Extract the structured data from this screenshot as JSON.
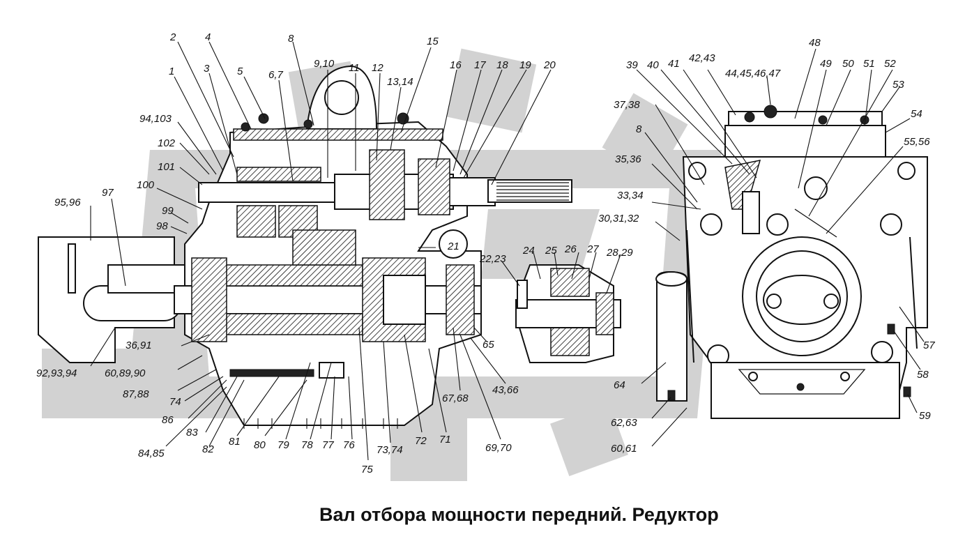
{
  "diagram": {
    "title": "Вал отбора мощности передний. Редуктор",
    "callouts": [
      {
        "id": "c2",
        "text": "2"
      },
      {
        "id": "c4",
        "text": "4"
      },
      {
        "id": "c8a",
        "text": "8"
      },
      {
        "id": "c910",
        "text": "9,10"
      },
      {
        "id": "c15",
        "text": "15"
      },
      {
        "id": "c1",
        "text": "1"
      },
      {
        "id": "c3",
        "text": "3"
      },
      {
        "id": "c5",
        "text": "5"
      },
      {
        "id": "c67",
        "text": "6,7"
      },
      {
        "id": "c11",
        "text": "11"
      },
      {
        "id": "c12",
        "text": "12"
      },
      {
        "id": "c1314",
        "text": "13,14"
      },
      {
        "id": "c16",
        "text": "16"
      },
      {
        "id": "c17",
        "text": "17"
      },
      {
        "id": "c18",
        "text": "18"
      },
      {
        "id": "c19",
        "text": "19"
      },
      {
        "id": "c20",
        "text": "20"
      },
      {
        "id": "c94103",
        "text": "94,103"
      },
      {
        "id": "c102",
        "text": "102"
      },
      {
        "id": "c101",
        "text": "101"
      },
      {
        "id": "c100",
        "text": "100"
      },
      {
        "id": "c9596",
        "text": "95,96"
      },
      {
        "id": "c97",
        "text": "97"
      },
      {
        "id": "c99",
        "text": "99"
      },
      {
        "id": "c98",
        "text": "98"
      },
      {
        "id": "c21",
        "text": "21"
      },
      {
        "id": "c2223",
        "text": "22,23"
      },
      {
        "id": "c24",
        "text": "24"
      },
      {
        "id": "c25",
        "text": "25"
      },
      {
        "id": "c26",
        "text": "26"
      },
      {
        "id": "c27",
        "text": "27"
      },
      {
        "id": "c2829",
        "text": "28,29"
      },
      {
        "id": "c65",
        "text": "65"
      },
      {
        "id": "c3691",
        "text": "36,91"
      },
      {
        "id": "c929394",
        "text": "92,93,94"
      },
      {
        "id": "c608990",
        "text": "60,89,90"
      },
      {
        "id": "c8788",
        "text": "87,88"
      },
      {
        "id": "c74",
        "text": "74"
      },
      {
        "id": "c86",
        "text": "86"
      },
      {
        "id": "c8485",
        "text": "84,85"
      },
      {
        "id": "c83",
        "text": "83"
      },
      {
        "id": "c82",
        "text": "82"
      },
      {
        "id": "c81",
        "text": "81"
      },
      {
        "id": "c80",
        "text": "80"
      },
      {
        "id": "c79",
        "text": "79"
      },
      {
        "id": "c78",
        "text": "78"
      },
      {
        "id": "c77",
        "text": "77"
      },
      {
        "id": "c76",
        "text": "76"
      },
      {
        "id": "c75",
        "text": "75"
      },
      {
        "id": "c7374",
        "text": "73,74"
      },
      {
        "id": "c72",
        "text": "72"
      },
      {
        "id": "c71",
        "text": "71"
      },
      {
        "id": "c6970",
        "text": "69,70"
      },
      {
        "id": "c6768",
        "text": "67,68"
      },
      {
        "id": "c4366",
        "text": "43,66"
      },
      {
        "id": "c39",
        "text": "39"
      },
      {
        "id": "c40",
        "text": "40"
      },
      {
        "id": "c41",
        "text": "41"
      },
      {
        "id": "c4243",
        "text": "42,43"
      },
      {
        "id": "c48",
        "text": "48"
      },
      {
        "id": "c44454647",
        "text": "44,45,46,47"
      },
      {
        "id": "c49",
        "text": "49"
      },
      {
        "id": "c50",
        "text": "50"
      },
      {
        "id": "c51",
        "text": "51"
      },
      {
        "id": "c52",
        "text": "52"
      },
      {
        "id": "c53",
        "text": "53"
      },
      {
        "id": "c3738",
        "text": "37,38"
      },
      {
        "id": "c54",
        "text": "54"
      },
      {
        "id": "c8b",
        "text": "8"
      },
      {
        "id": "c5556",
        "text": "55,56"
      },
      {
        "id": "c3536",
        "text": "35,36"
      },
      {
        "id": "c3334",
        "text": "33,34"
      },
      {
        "id": "c303132",
        "text": "30,31,32"
      },
      {
        "id": "c57",
        "text": "57"
      },
      {
        "id": "c64",
        "text": "64"
      },
      {
        "id": "c58",
        "text": "58"
      },
      {
        "id": "c6263",
        "text": "62,63"
      },
      {
        "id": "c6061",
        "text": "60,61"
      },
      {
        "id": "c59",
        "text": "59"
      }
    ]
  }
}
